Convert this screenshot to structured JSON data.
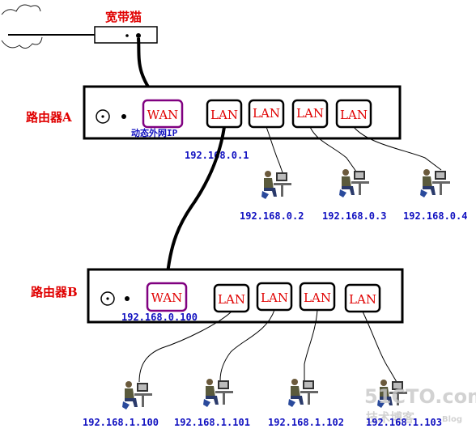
{
  "modem": {
    "label": "宽带猫"
  },
  "router_a": {
    "label": "路由器A",
    "wan_label": "WAN",
    "wan_note": "动态外网IP",
    "lan_labels": [
      "LAN",
      "LAN",
      "LAN",
      "LAN"
    ],
    "lan_ip": "192.168.0.1",
    "clients": [
      "192.168.0.2",
      "192.168.0.3",
      "192.168.0.4"
    ]
  },
  "router_b": {
    "label": "路由器B",
    "wan_label": "WAN",
    "wan_ip": "192.168.0.100",
    "lan_labels": [
      "LAN",
      "LAN",
      "LAN",
      "LAN"
    ],
    "clients": [
      "192.168.1.100",
      "192.168.1.101",
      "192.168.1.102",
      "192.168.1.103"
    ]
  },
  "watermark": {
    "line1": "51CTO.com",
    "line2": "技术博客",
    "line3": "Blog"
  },
  "colors": {
    "label_red": "#e00000",
    "ip_blue": "#1010c0",
    "wan_border": "#800080"
  }
}
